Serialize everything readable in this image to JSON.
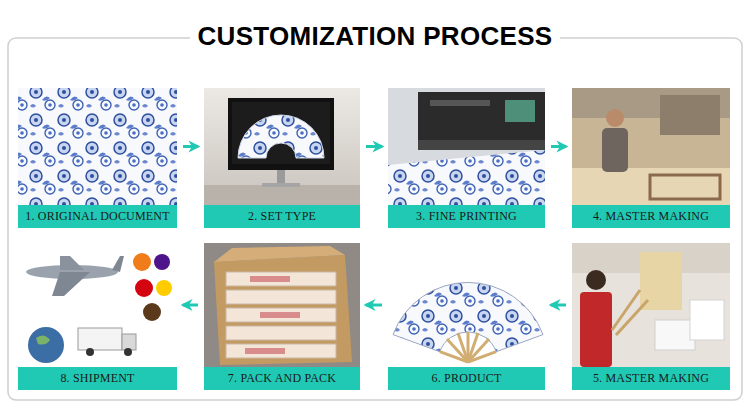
{
  "diagram": {
    "title": "CUSTOMIZATION PROCESS",
    "nodes": [
      {
        "text": [
          "1. ORIGINAL DOCUMENT"
        ]
      },
      {
        "text": [
          "2. SET TYPE"
        ]
      },
      {
        "text": [
          "3. FINE PRINTING"
        ]
      },
      {
        "text": [
          "4. MASTER MAKING"
        ]
      },
      {
        "text": [
          "5. MASTER MAKING"
        ]
      },
      {
        "text": [
          "6. PRODUCT"
        ]
      },
      {
        "text": [
          "7. PACK AND PACK"
        ]
      },
      {
        "text": [
          "8. SHIPMENT"
        ]
      }
    ],
    "edges": [
      {
        "from": 0,
        "to": 1,
        "arrow": "to"
      },
      {
        "from": 1,
        "to": 2,
        "arrow": "to"
      },
      {
        "from": 2,
        "to": 3,
        "arrow": "to"
      },
      {
        "from": 4,
        "to": 5,
        "arrow": "to"
      },
      {
        "from": 5,
        "to": 6,
        "arrow": "to"
      },
      {
        "from": 6,
        "to": 7,
        "arrow": "to"
      }
    ]
  }
}
